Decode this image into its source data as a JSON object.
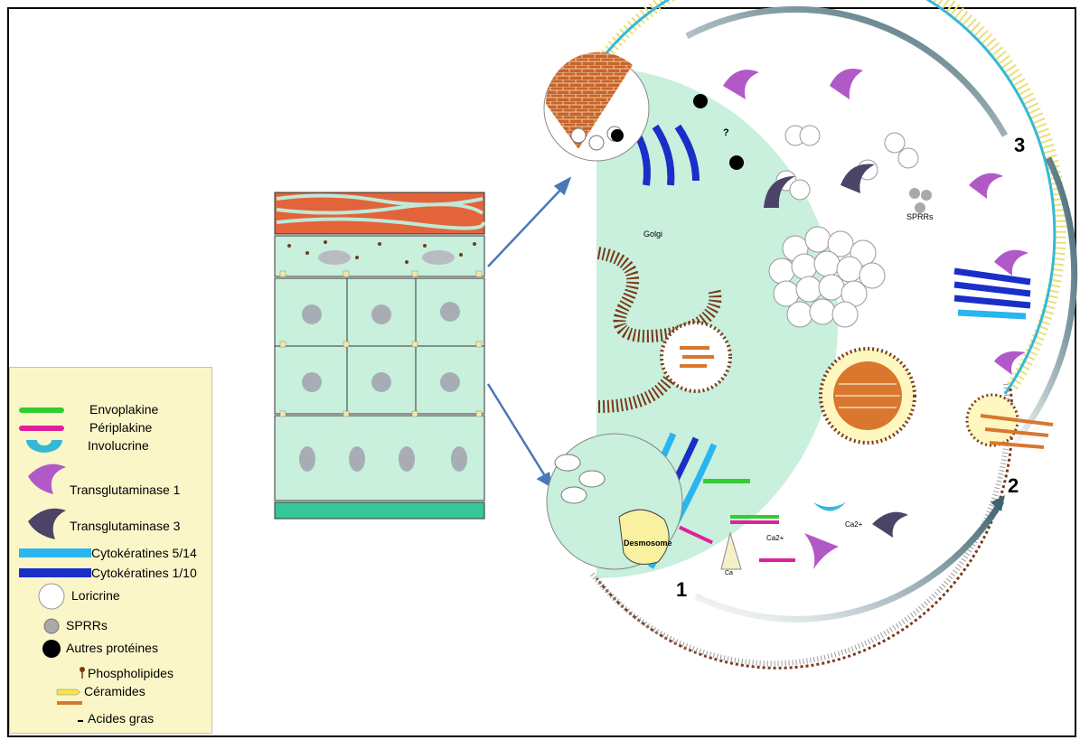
{
  "legend": {
    "items": [
      {
        "key": "envoplakine",
        "label": "Envoplakine",
        "icon": "green-bar-icon",
        "color": "#33cc33"
      },
      {
        "key": "periplakine",
        "label": "Périplakine",
        "icon": "magenta-bar-icon",
        "color": "#e0209a"
      },
      {
        "key": "involucrine",
        "label": "Involucrine",
        "icon": "cyan-cup-icon",
        "color": "#35b8d8"
      },
      {
        "key": "tg1",
        "label": "Transglutaminase  1",
        "icon": "purple-crescent-icon",
        "color": "#b259c8"
      },
      {
        "key": "tg3",
        "label": "Transglutaminase  3",
        "icon": "dark-crescent-icon",
        "color": "#4c4466"
      },
      {
        "key": "ck514",
        "label": "Cytokératines  5/14",
        "icon": "light-blue-band-icon",
        "color": "#29b6ee"
      },
      {
        "key": "ck110",
        "label": "Cytokératines  1/10",
        "icon": "dark-blue-band-icon",
        "color": "#1a2fc8"
      },
      {
        "key": "loricrine",
        "label": "Loricrine",
        "icon": "white-circle-icon",
        "color": "#ffffff"
      },
      {
        "key": "sprrs",
        "label": "SPRRs",
        "icon": "grey-circle-icon",
        "color": "#a9a9a9"
      },
      {
        "key": "autres",
        "label": "Autres protéines",
        "icon": "black-circle-icon",
        "color": "#000000"
      },
      {
        "key": "phospho",
        "label": "Phospholipides",
        "icon": "phospholipid-icon",
        "color": "#7a3a1a"
      },
      {
        "key": "ceramides",
        "label": "Céramides",
        "icon": "yellow-bar-icon",
        "color": "#f3e64a"
      },
      {
        "key": "acides",
        "label": "Acides gras",
        "icon": "orange-dash-icon",
        "color": "#d8772d"
      }
    ]
  },
  "diagram": {
    "golgi_label": "Golgi",
    "sprrs_label": "SPRRs",
    "question_mark": "?",
    "desmosome_label": "Desmosome",
    "calcium_label": "Ca2+",
    "calcium_label_short": "Ca",
    "steps": [
      "1",
      "2",
      "3"
    ]
  },
  "colors": {
    "cytoplasm": "#c8f0dc",
    "membrane_head": "#7a3a1a",
    "lipid_tail": "#f3e64a",
    "arrow_blue": "#4a78b8",
    "cornified": "#d8772d"
  }
}
